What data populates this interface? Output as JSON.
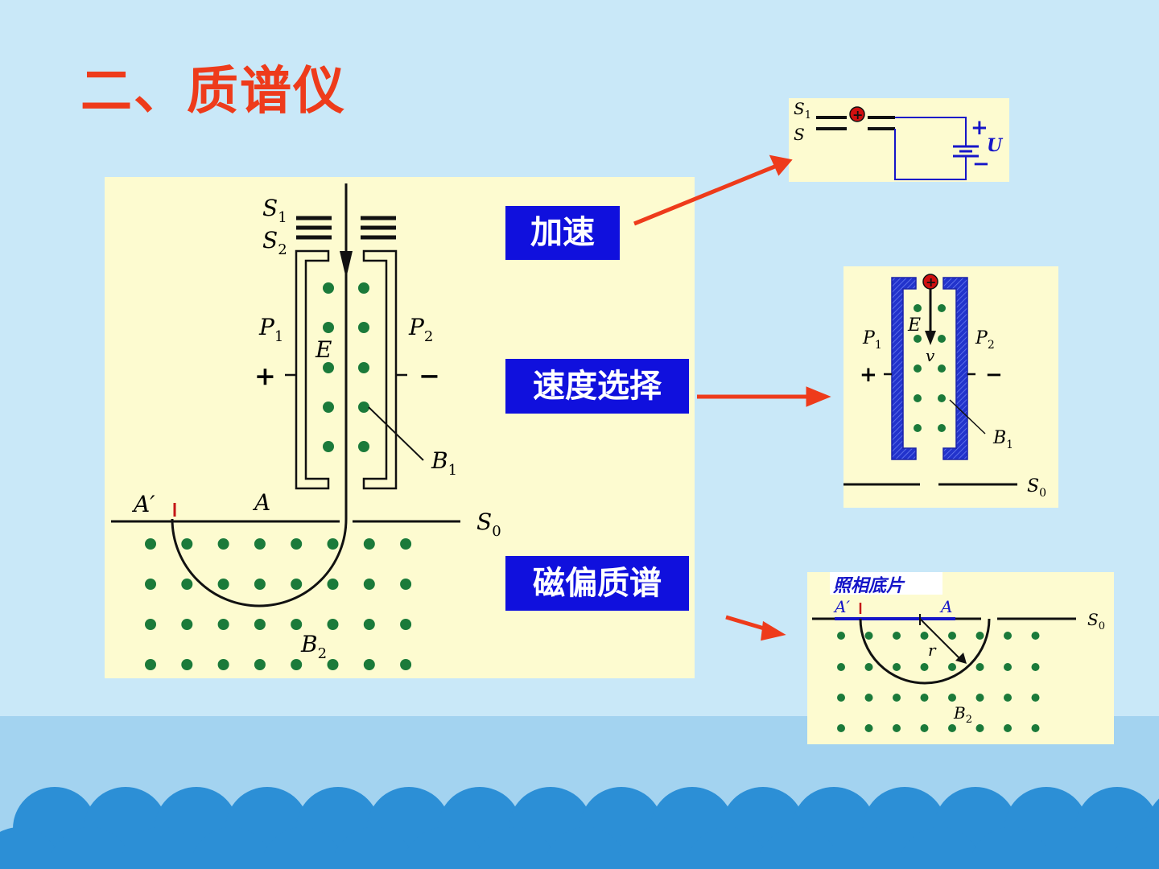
{
  "title": "二、质谱仪",
  "labels": {
    "accel": "加速",
    "select": "速度选择",
    "mag": "磁偏质谱"
  },
  "main_diagram": {
    "s1": "S",
    "s1_sub": "1",
    "s2": "S",
    "s2_sub": "2",
    "p1": "P",
    "p1_sub": "1",
    "p2": "P",
    "p2_sub": "2",
    "e": "E",
    "plus": "+",
    "minus": "−",
    "b1": "B",
    "b1_sub": "1",
    "a_prime": "A′",
    "a": "A",
    "s0": "S",
    "s0_sub": "0",
    "b2": "B",
    "b2_sub": "2"
  },
  "accel_diagram": {
    "s1": "S",
    "s1_sub": "1",
    "s": "S",
    "u": "U",
    "plus": "+",
    "minus": "−"
  },
  "selector_diagram": {
    "e": "E",
    "v": "v",
    "p1": "P",
    "p1_sub": "1",
    "p2": "P",
    "p2_sub": "2",
    "plus": "+",
    "minus": "−",
    "b1": "B",
    "b1_sub": "1",
    "s0": "S",
    "s0_sub": "0"
  },
  "film_diagram": {
    "film_label": "照相底片",
    "a_prime": "A′",
    "a": "A",
    "r": "r",
    "s0": "S",
    "s0_sub": "0",
    "b2": "B",
    "b2_sub": "2"
  },
  "colors": {
    "title": "#ee3b1b",
    "label_bg": "#1010dd",
    "panel": "#fdfbd0",
    "dots": "#1b7a3a",
    "arrows": "#ee3b1b",
    "wave": "#2c8fd6"
  }
}
